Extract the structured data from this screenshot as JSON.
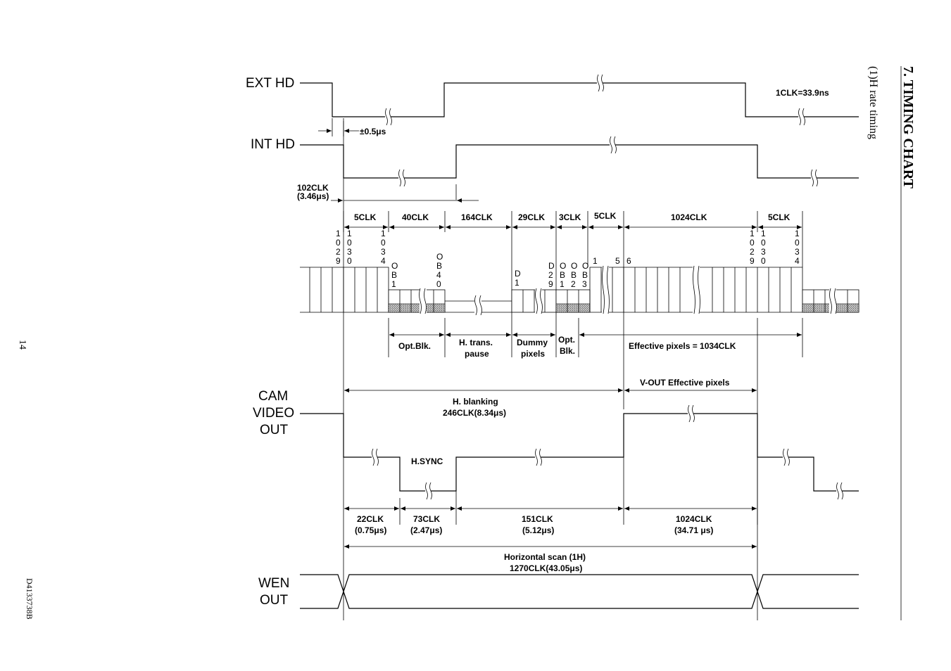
{
  "page": {
    "section_title": "7. TIMING CHART",
    "subtitle": "(1)H rate timing",
    "page_number": "14",
    "doc_code": "D4133738B"
  },
  "signals": {
    "ext_hd": "EXT HD",
    "int_hd": "INT HD",
    "cam_video_out": [
      "CAM",
      "VIDEO",
      "OUT"
    ],
    "wen_out": [
      "WEN",
      "OUT"
    ]
  },
  "notes": {
    "clk_period": "1CLK=33.9ns",
    "tolerance": "±0.5μs",
    "delay_clk": "102CLK",
    "delay_us": "(3.46μs)"
  },
  "segments": {
    "clk5a": "5CLK",
    "clk40": "40CLK",
    "clk164": "164CLK",
    "clk29": "29CLK",
    "clk3": "3CLK",
    "clk5b": "5CLK",
    "clk1024": "1024CLK",
    "clk5c": "5CLK"
  },
  "pixel_ids": {
    "p1029a": [
      "1",
      "0",
      "2",
      "9"
    ],
    "p1030a": [
      "1",
      "0",
      "3",
      "0"
    ],
    "p1034a": [
      "1",
      "0",
      "3",
      "4"
    ],
    "ob1": [
      "O",
      "B",
      "1"
    ],
    "ob40": [
      "O",
      "B",
      "4",
      "0"
    ],
    "d1": [
      "D",
      "1"
    ],
    "d29": [
      "D",
      "2",
      "9"
    ],
    "ob1b": [
      "O",
      "B",
      "1"
    ],
    "ob2": [
      "O",
      "B",
      "2"
    ],
    "ob3": [
      "O",
      "B",
      "3"
    ],
    "px1": "1",
    "px5": "5",
    "px6": "6",
    "p1029b": [
      "1",
      "0",
      "2",
      "9"
    ],
    "p1030b": [
      "1",
      "0",
      "3",
      "0"
    ],
    "p1034b": [
      "1",
      "0",
      "3",
      "4"
    ]
  },
  "regions": {
    "opt_blk": "Opt.Blk.",
    "h_trans": [
      "H. trans.",
      "pause"
    ],
    "dummy": [
      "Dummy",
      "pixels"
    ],
    "opt_blk2": [
      "Opt.",
      "Blk."
    ],
    "effective": "Effective pixels = 1034CLK"
  },
  "video": {
    "h_blanking": [
      "H. blanking",
      "246CLK(8.34μs)"
    ],
    "vout_effective": "V-OUT Effective pixels",
    "h_sync": "H.SYNC",
    "t22": [
      "22CLK",
      "(0.75μs)"
    ],
    "t73": [
      "73CLK",
      "(2.47μs)"
    ],
    "t151": [
      "151CLK",
      "(5.12μs)"
    ],
    "t1024": [
      "1024CLK",
      "(34.71 μs)"
    ],
    "h_scan": [
      "Horizontal scan (1H)",
      "1270CLK(43.05μs)"
    ]
  }
}
